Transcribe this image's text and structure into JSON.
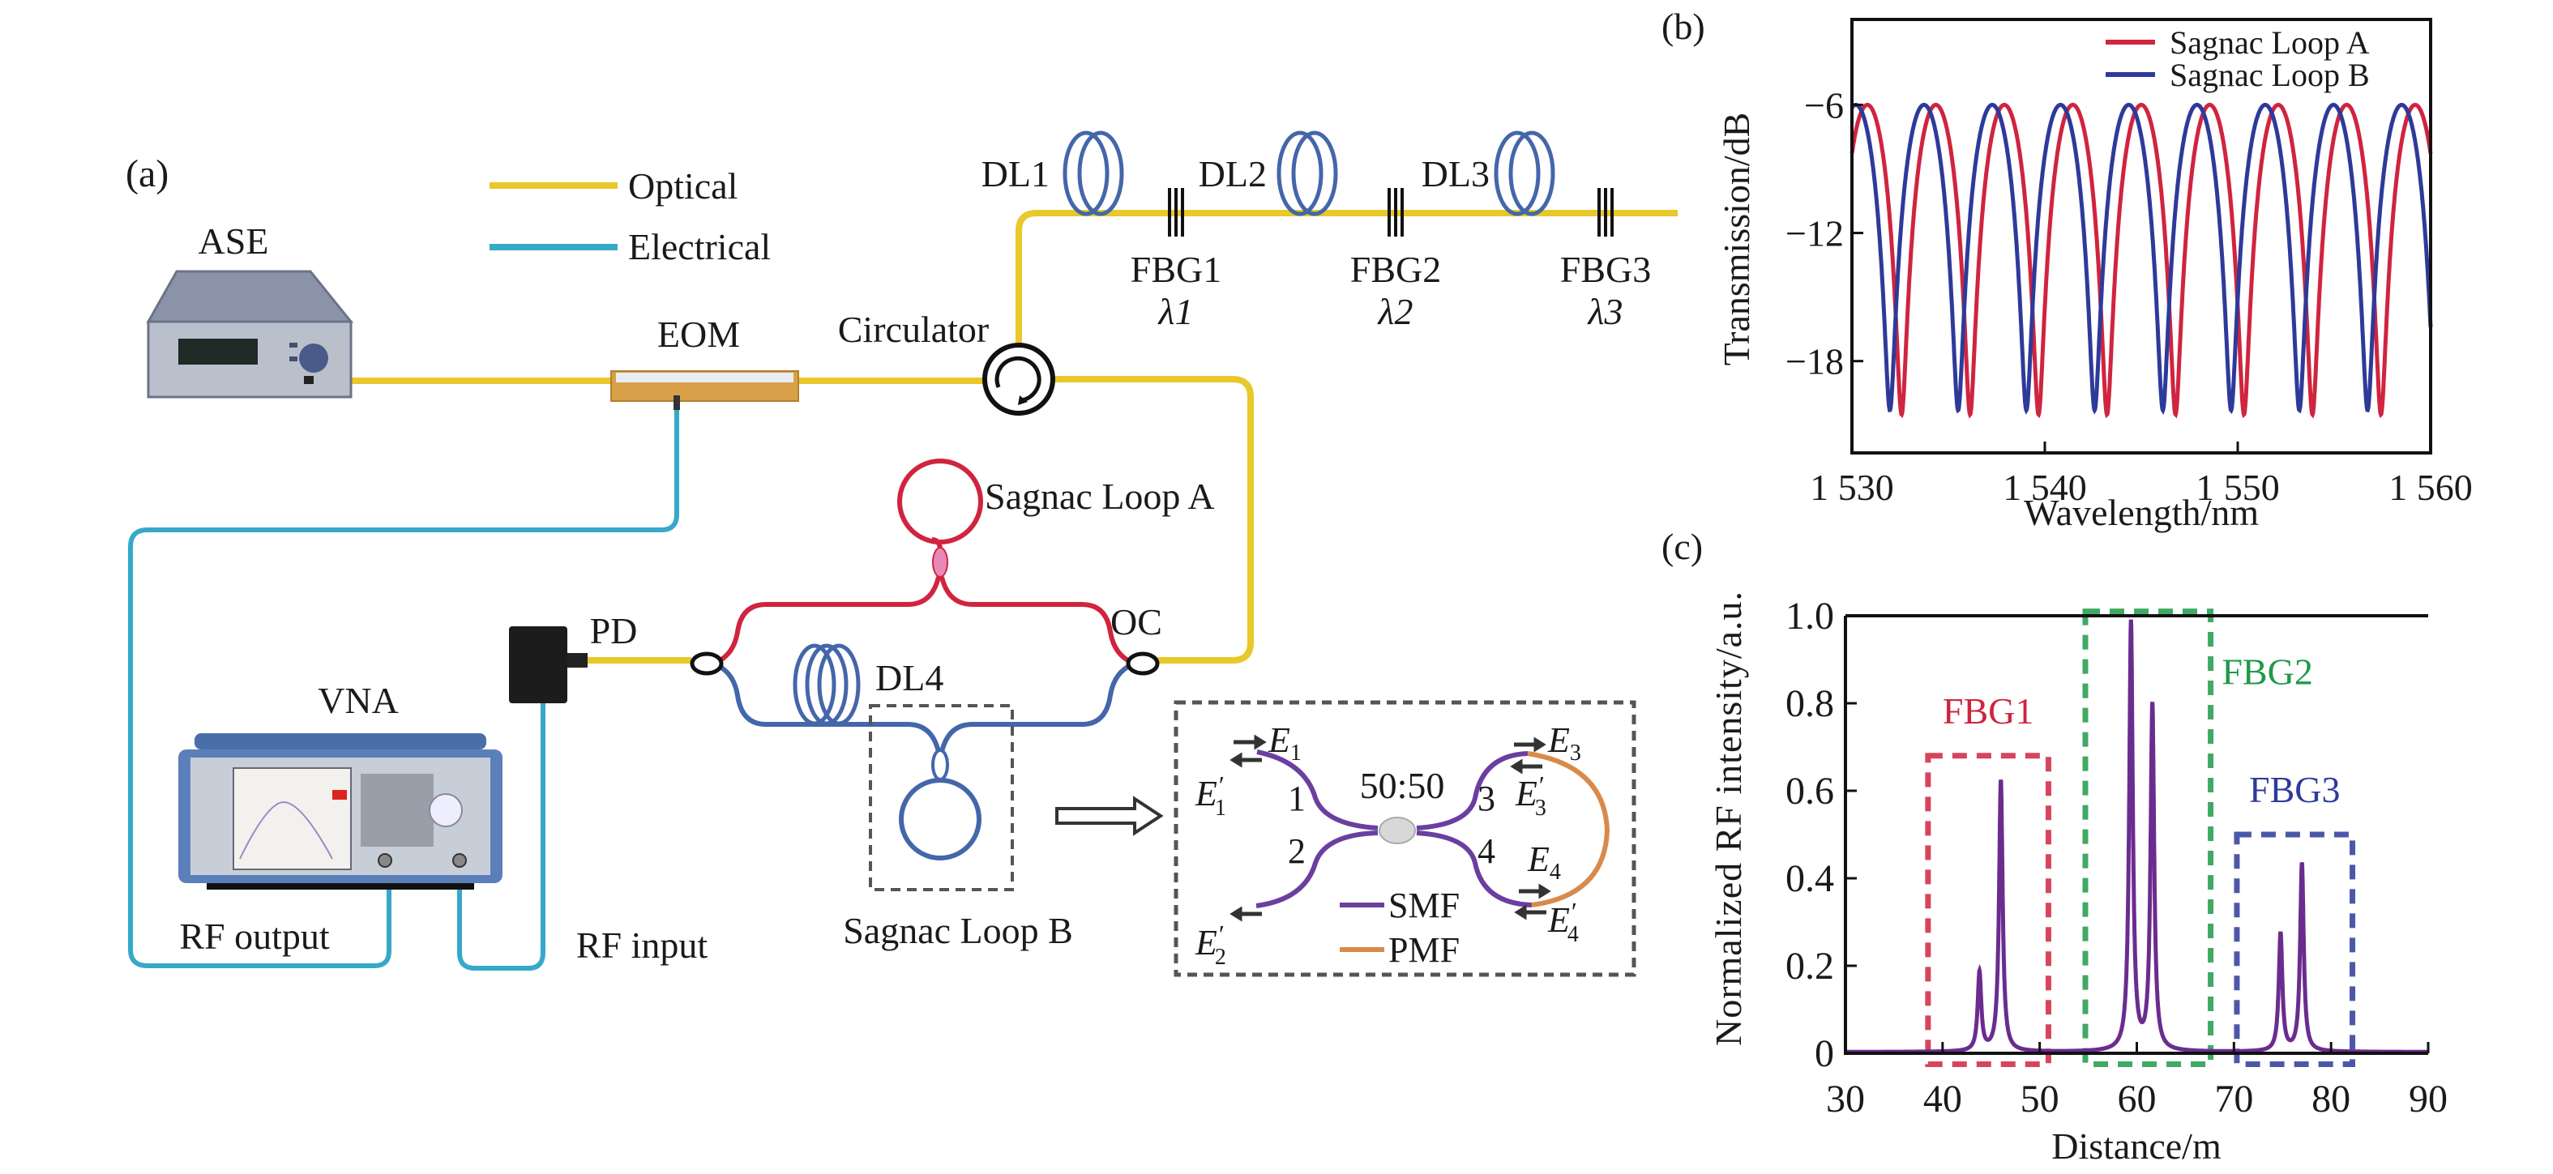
{
  "panel_a": {
    "panel_label": "(a)",
    "legend": [
      {
        "label": "Optical",
        "color": "#e8c82a"
      },
      {
        "label": "Electrical",
        "color": "#36a9c9"
      }
    ],
    "components": {
      "ase": "ASE",
      "eom": "EOM",
      "circulator": "Circulator",
      "dl1": "DL1",
      "dl2": "DL2",
      "dl3": "DL3",
      "dl4": "DL4",
      "fbg1": "FBG1",
      "fbg2": "FBG2",
      "fbg3": "FBG3",
      "lambda1": "λ1",
      "lambda2": "λ2",
      "lambda3": "λ3",
      "sagnac_a": "Sagnac Loop A",
      "sagnac_b": "Sagnac Loop B",
      "oc": "OC",
      "pd": "PD",
      "vna": "VNA",
      "rf_output": "RF output",
      "rf_input": "RF input"
    },
    "inset": {
      "ratio": "50:50",
      "ports": [
        "1",
        "2",
        "3",
        "4"
      ],
      "fields": {
        "e1": {
          "base": "E",
          "sub": "1",
          "prime": ""
        },
        "e1p": {
          "base": "E",
          "sub": "1",
          "prime": "′"
        },
        "e2p": {
          "base": "E",
          "sub": "2",
          "prime": "′"
        },
        "e3": {
          "base": "E",
          "sub": "3",
          "prime": ""
        },
        "e3p": {
          "base": "E",
          "sub": "3",
          "prime": "′"
        },
        "e4": {
          "base": "E",
          "sub": "4",
          "prime": ""
        },
        "e4p": {
          "base": "E",
          "sub": "4",
          "prime": "′"
        }
      },
      "legend": [
        {
          "label": "SMF",
          "color": "#6a3fa0"
        },
        {
          "label": "PMF",
          "color": "#d98a4a"
        }
      ]
    },
    "colors": {
      "optical": "#e8c82a",
      "electrical": "#36a9c9",
      "loop_a": "#d0243f",
      "loop_b": "#4466aa",
      "coil": "#4466aa"
    }
  },
  "chart_data": [
    {
      "panel_label": "(b)",
      "type": "line",
      "title": "",
      "xlabel": "Wavelength/nm",
      "ylabel": "Transmission/dB",
      "xlim": [
        1530,
        1560
      ],
      "ylim": [
        -22.3,
        -2
      ],
      "xticks": [
        1530,
        1540,
        1550,
        1560
      ],
      "xtick_labels": [
        "1 530",
        "1 540",
        "1 550",
        "1 560"
      ],
      "yticks": [
        -6,
        -12,
        -18
      ],
      "ytick_labels": [
        "−6",
        "−12",
        "−18"
      ],
      "grid": false,
      "legend_position": "top-right",
      "series": [
        {
          "name": "Sagnac Loop A",
          "color": "#d0243f",
          "peak_wavelengths": [
            1530.8,
            1534.6,
            1538.0,
            1541.5,
            1545.0,
            1548.5,
            1552.0,
            1555.5,
            1559.2
          ],
          "peak_dB": -6,
          "trough_dB": -20.5
        },
        {
          "name": "Sagnac Loop B",
          "color": "#2e3a9a",
          "peak_wavelengths": [
            1530.2,
            1534.1,
            1537.3,
            1540.8,
            1544.3,
            1547.8,
            1551.3,
            1554.8,
            1558.5
          ],
          "peak_dB": -6,
          "trough_dB": -20.3
        }
      ]
    },
    {
      "panel_label": "(c)",
      "type": "line",
      "title": "",
      "xlabel": "Distance/m",
      "ylabel": "Normalized RF intensity/a.u.",
      "xlim": [
        30,
        90
      ],
      "ylim": [
        0,
        1.0
      ],
      "xticks": [
        30,
        40,
        50,
        60,
        70,
        80,
        90
      ],
      "xtick_labels": [
        "30",
        "40",
        "50",
        "60",
        "70",
        "80",
        "90"
      ],
      "yticks": [
        0,
        0.2,
        0.4,
        0.6,
        0.8,
        1.0
      ],
      "ytick_labels": [
        "0",
        "0.2",
        "0.4",
        "0.6",
        "0.8",
        "1.0"
      ],
      "grid": false,
      "series": [
        {
          "name": "RF intensity",
          "color": "#6a2c8f",
          "peaks": [
            {
              "x": 43.8,
              "y": 0.18
            },
            {
              "x": 46.0,
              "y": 0.62
            },
            {
              "x": 59.4,
              "y": 0.98
            },
            {
              "x": 61.6,
              "y": 0.79
            },
            {
              "x": 74.8,
              "y": 0.27
            },
            {
              "x": 77.0,
              "y": 0.43
            }
          ]
        }
      ],
      "annotations": [
        {
          "label": "FBG1",
          "color": "#d0243f",
          "x_range": [
            38.5,
            50.9
          ],
          "y_top": 0.68
        },
        {
          "label": "FBG2",
          "color": "#1e9a48",
          "x_range": [
            54.7,
            67.6
          ],
          "y_top": 1.01
        },
        {
          "label": "FBG3",
          "color": "#2e3a9a",
          "x_range": [
            70.3,
            82.2
          ],
          "y_top": 0.5
        }
      ]
    }
  ]
}
